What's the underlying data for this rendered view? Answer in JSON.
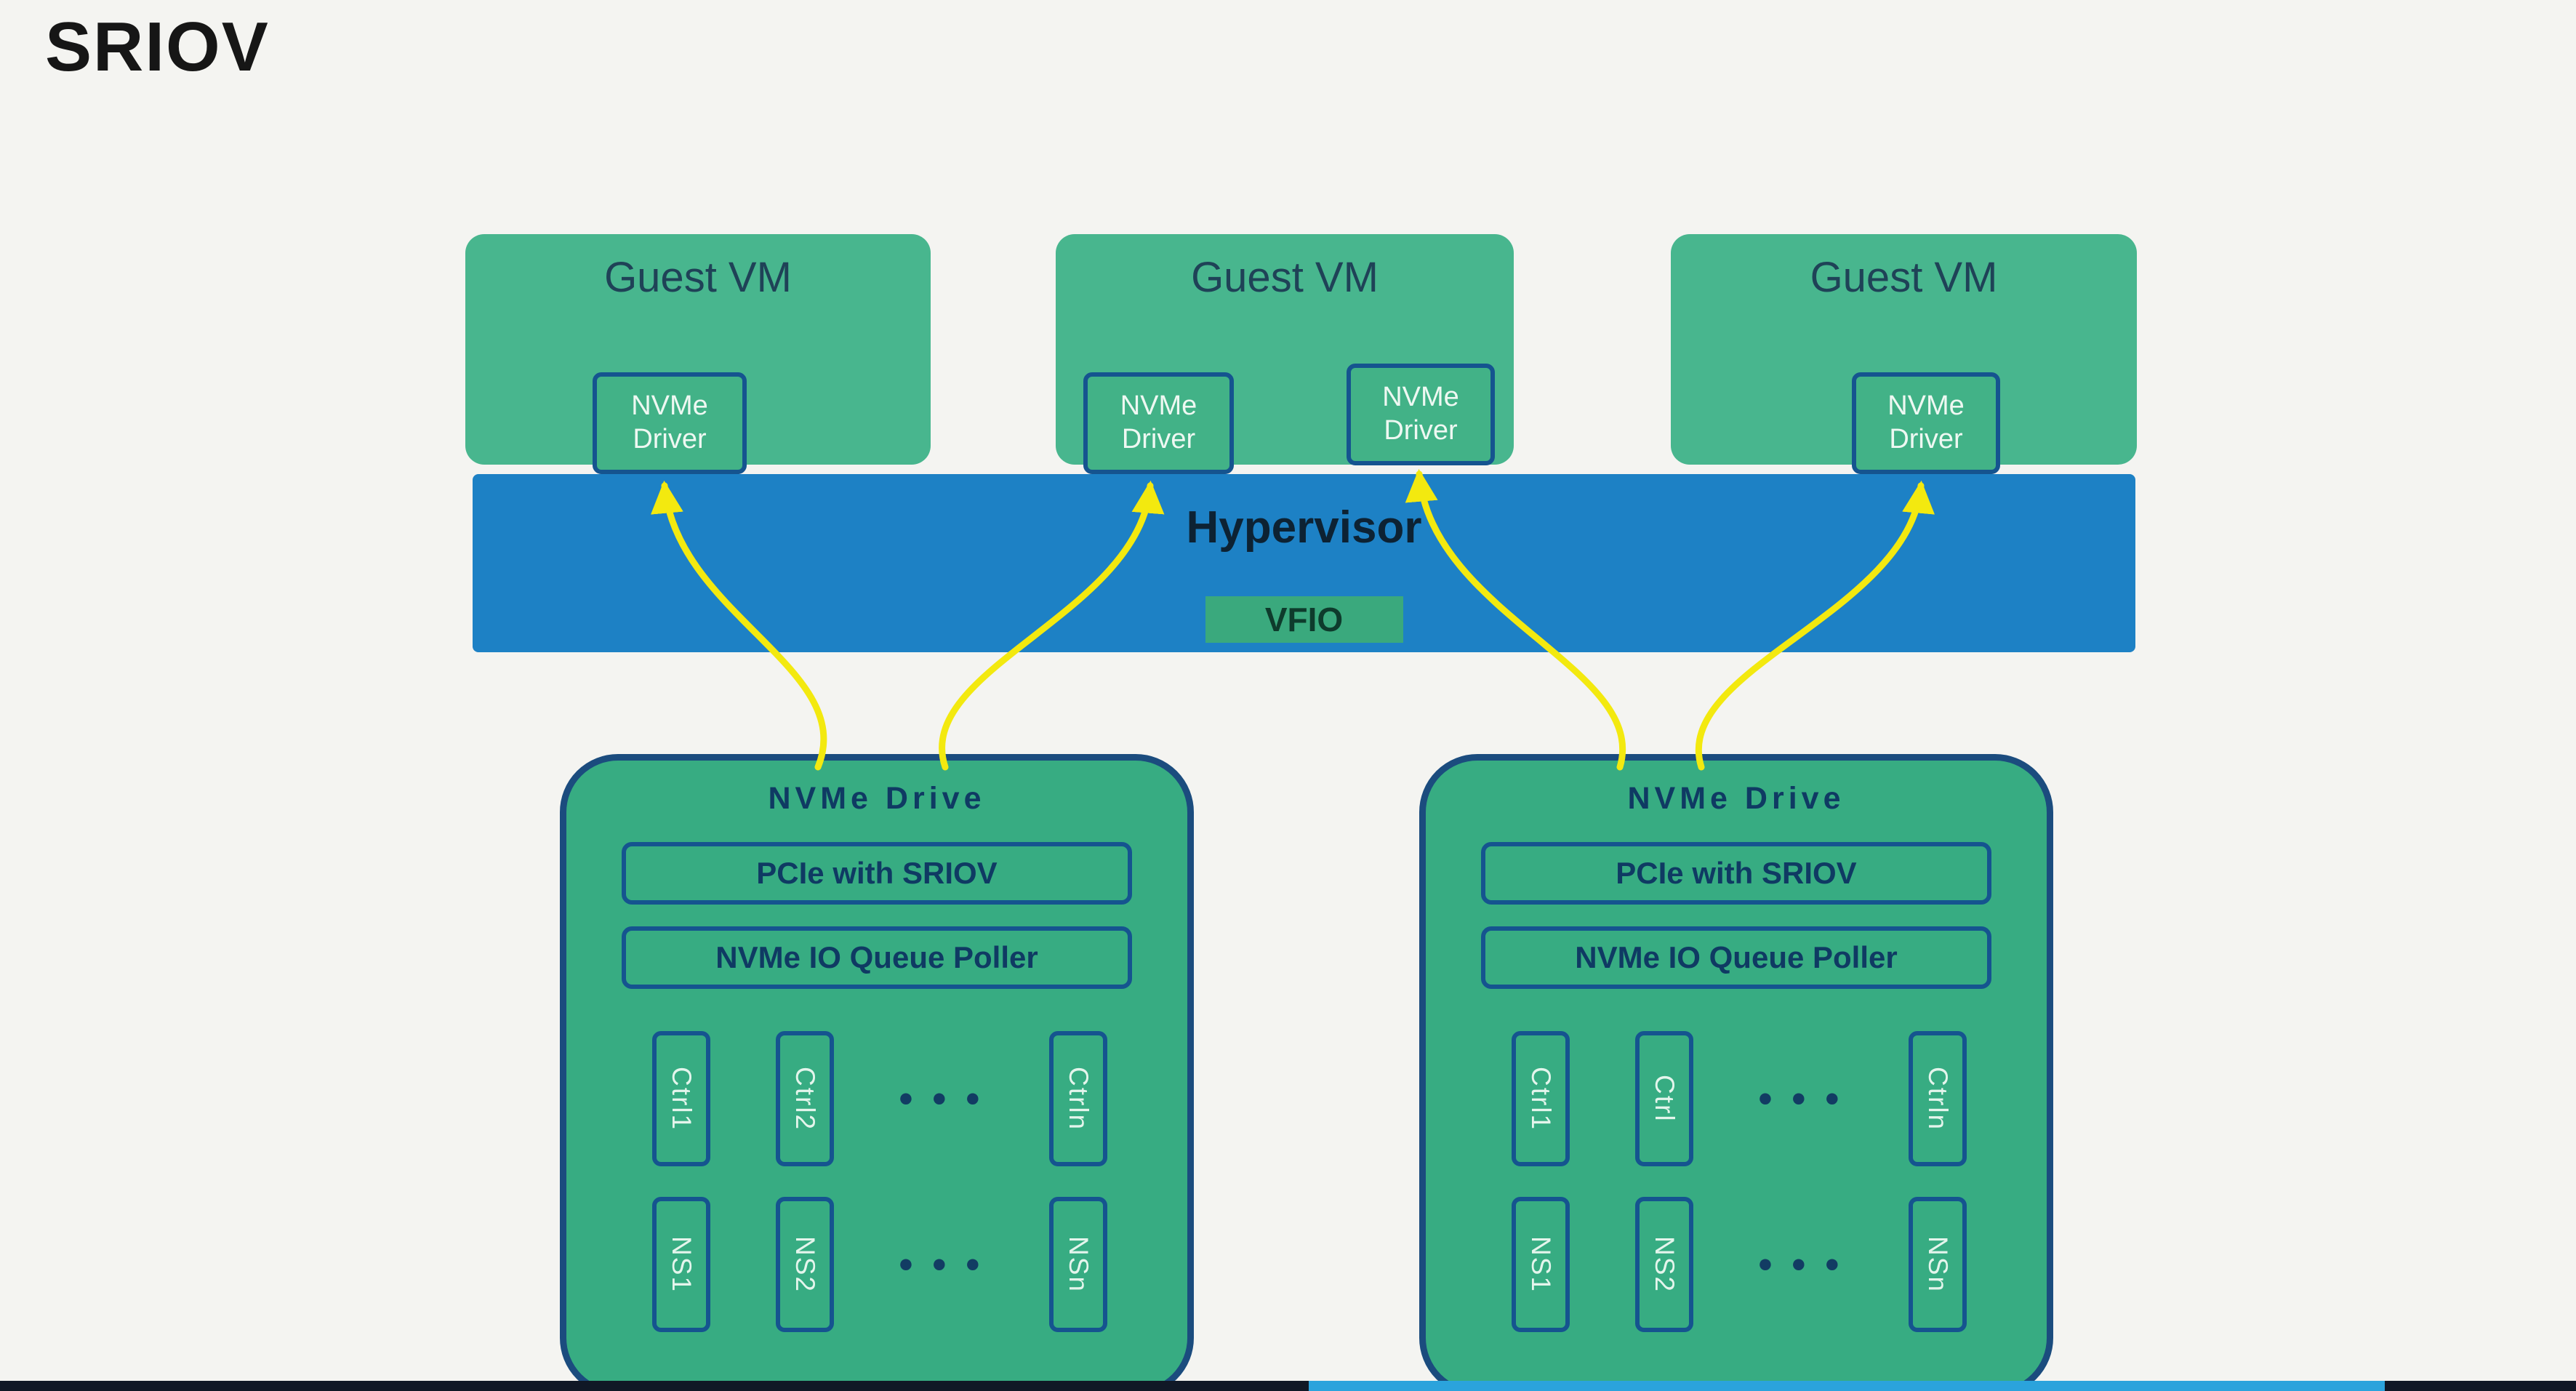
{
  "page_title": "SRIOV",
  "guest_vms": [
    {
      "label": "Guest VM"
    },
    {
      "label": "Guest VM"
    },
    {
      "label": "Guest VM"
    }
  ],
  "nvme_drivers": [
    {
      "label": "NVMe\nDriver"
    },
    {
      "label": "NVMe\nDriver"
    },
    {
      "label": "NVMe\nDriver"
    },
    {
      "label": "NVMe\nDriver"
    }
  ],
  "hypervisor": {
    "label": "Hypervisor",
    "vfio": "VFIO"
  },
  "nvme_drives": [
    {
      "title": "NVMe Drive",
      "pcie": "PCIe with SRIOV",
      "poller": "NVMe IO Queue Poller",
      "controllers": [
        "Ctrl1",
        "Ctrl2",
        "• • •",
        "Ctrln"
      ],
      "namespaces": [
        "NS1",
        "NS2",
        "• • •",
        "NSn"
      ]
    },
    {
      "title": "NVMe Drive",
      "pcie": "PCIe with SRIOV",
      "poller": "NVMe IO Queue Poller",
      "controllers": [
        "Ctrl1",
        "Ctrl",
        "• • •",
        "Ctrln"
      ],
      "namespaces": [
        "NS1",
        "NS2",
        "• • •",
        "NSn"
      ]
    }
  ],
  "colors": {
    "box_green": "#48b68e",
    "drive_green": "#37ac82",
    "hypervisor_blue": "#1d81c5",
    "border_navy": "#15548f",
    "drive_border_navy": "#1b4c7e",
    "arrow_yellow": "#f3e90f",
    "text_navy": "#0f3a63"
  }
}
